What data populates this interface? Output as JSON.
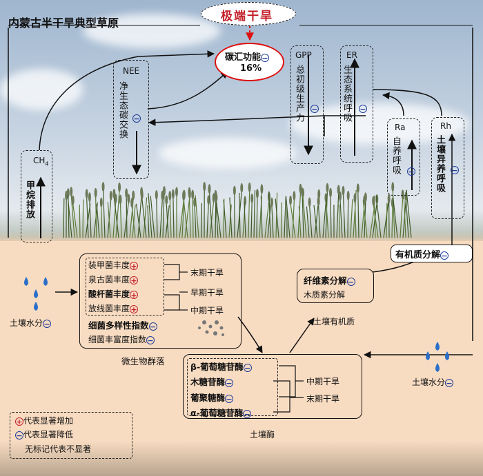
{
  "title": "内蒙古半干旱典型草原",
  "extreme_drought": "极端干旱",
  "carbon_sink": {
    "label": "碳汇功能",
    "value": "16%"
  },
  "nee": {
    "label": "NEE",
    "desc": "净生态碳交换"
  },
  "gpp": {
    "label": "GPP",
    "desc": "总初级生产力"
  },
  "er": {
    "label": "ER",
    "desc": "生态系统呼吸"
  },
  "ra": {
    "label": "Ra",
    "desc": "自养呼吸"
  },
  "rh": {
    "label": "Rh",
    "desc": "土壤异养呼吸"
  },
  "ch4": {
    "label": "CH",
    "sub": "4",
    "desc": "甲烷排放"
  },
  "om_decomposition": "有机质分解",
  "soil_moisture_left": "土壤水分",
  "soil_moisture_right": "土壤水分",
  "microbes": {
    "items": [
      "装甲菌丰度",
      "泉古菌丰度",
      "酸杆菌丰度",
      "放线菌丰度"
    ],
    "diversity": "细菌多样性指数",
    "richness": "细菌丰富度指数",
    "group_label": "微生物群落",
    "stages": [
      "末期干旱",
      "早期干旱",
      "中期干旱"
    ]
  },
  "soil_om": {
    "items": [
      "纤维素分解",
      "木质素分解"
    ],
    "label": "土壤有机质"
  },
  "enzymes": {
    "items": [
      "β-葡萄糖苷酶",
      "木糖苷酶",
      "葡聚糖酶",
      "α-葡萄糖苷酶"
    ],
    "label": "土壤酶",
    "stages": [
      "中期干旱",
      "末期干旱"
    ]
  },
  "legend": {
    "plus": "代表显著增加",
    "minus": "代表显著降低",
    "none": "无标记代表不显著"
  },
  "colors": {
    "red": "#c2202a",
    "blue": "#1e3c9a"
  }
}
